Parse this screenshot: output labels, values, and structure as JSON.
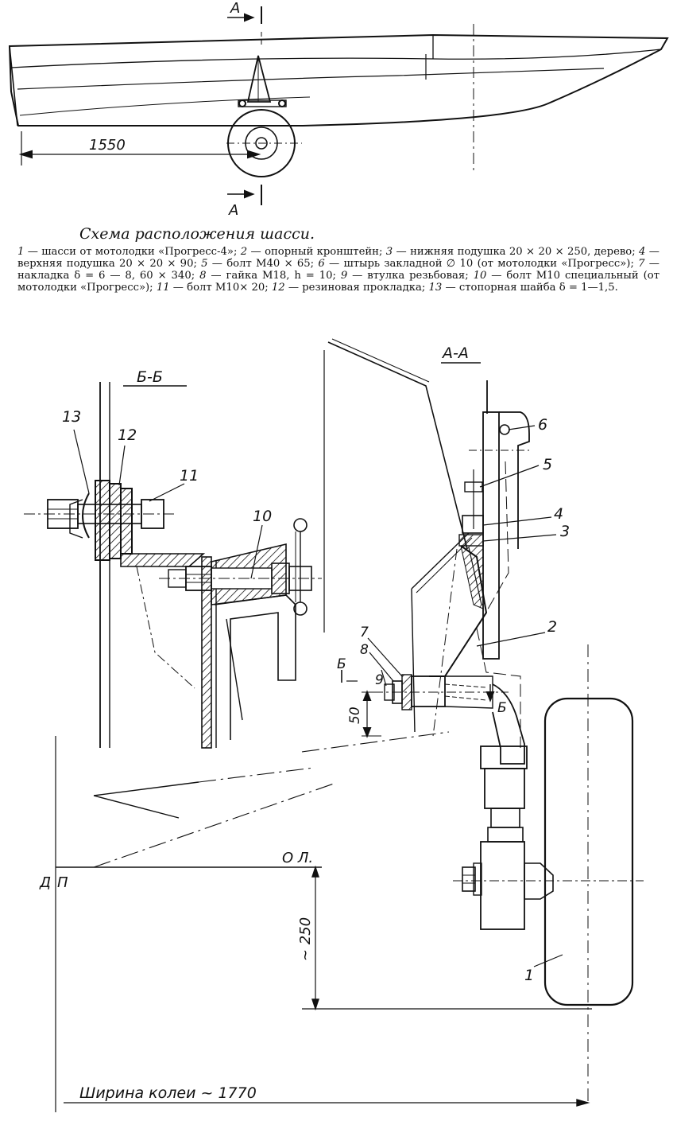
{
  "caption": {
    "title": "Схема расположения шасси.",
    "legend": [
      {
        "num": "1",
        "text": "шасси от мотолодки «Прогресс-4»;"
      },
      {
        "num": "2",
        "text": "опорный кронштейн;"
      },
      {
        "num": "3",
        "text": "нижняя подушка 20 × 20 × 250, дерево;"
      },
      {
        "num": "4",
        "text": "верхняя подушка 20 × 20 × 90;"
      },
      {
        "num": "5",
        "text": "болт М40 × 65;"
      },
      {
        "num": "6",
        "text": "штырь закладной ∅ 10 (от мотолодки «Прогресс»);"
      },
      {
        "num": "7",
        "text": "накладка δ = 6 — 8, 60 × 340;"
      },
      {
        "num": "8",
        "text": "гайка М18, h = 10;"
      },
      {
        "num": "9",
        "text": "втулка резьбовая;"
      },
      {
        "num": "10",
        "text": "болт М10 специальный (от мотолодки «Прогресс»);"
      },
      {
        "num": "11",
        "text": "болт М10× 20;"
      },
      {
        "num": "12",
        "text": "резиновая прокладка;"
      },
      {
        "num": "13",
        "text": "стопорная шайба δ = 1—1,5."
      }
    ]
  },
  "top_view": {
    "dimension": "1550",
    "section_mark": "А"
  },
  "section_bb": {
    "title": "Б-Б",
    "parts": [
      "13",
      "12",
      "11",
      "10"
    ]
  },
  "section_aa": {
    "title": "А-А",
    "parts": [
      "6",
      "5",
      "4",
      "3",
      "2",
      "7",
      "8",
      "9",
      "1"
    ],
    "section_mark": "Б",
    "dim_50": "50",
    "dim_250": "~ 250",
    "label_ol": "О Л.",
    "label_d": "Д",
    "label_p": "П",
    "track_width": "Ширина колеи ~ 1770"
  }
}
